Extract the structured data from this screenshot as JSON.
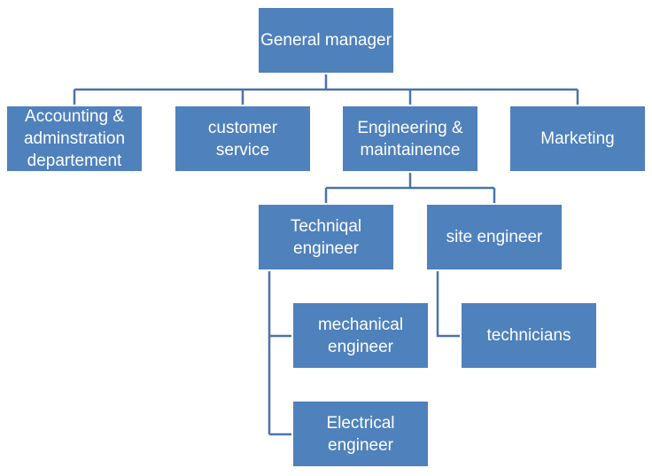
{
  "org_chart": {
    "general_manager": "General manager",
    "accounting": "Accounting & adminstration departement",
    "customer_service": "customer service",
    "engineering": "Engineering & maintainence",
    "marketing": "Marketing",
    "technical_engineer": "Techniqal engineer",
    "site_engineer": "site engineer",
    "mechanical_engineer": "mechanical engineer",
    "electrical_engineer": "Electrical engineer",
    "technicians": "technicians"
  },
  "colors": {
    "box_fill": "#4f81bd",
    "box_text": "#ffffff",
    "connector": "#4a74aa"
  }
}
